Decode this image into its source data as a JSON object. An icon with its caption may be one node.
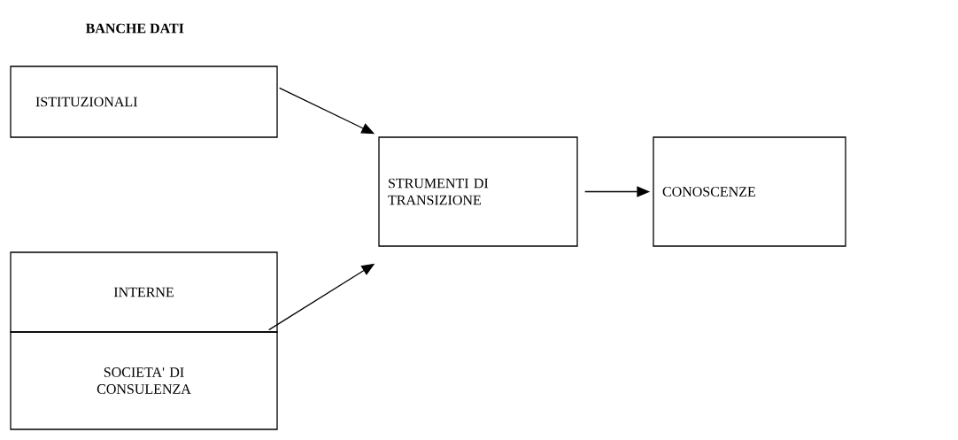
{
  "diagram": {
    "title": "BANCHE DATI",
    "nodes": [
      {
        "text": [
          "ISTITUZIONALI"
        ]
      },
      {
        "text": [
          "INTERNE"
        ]
      },
      {
        "text": [
          "SOCIETA' DI CONSULENZA"
        ]
      },
      {
        "text": [
          "STRUMENTI DI TRANSIZIONE"
        ]
      },
      {
        "text": [
          "CONOSCENZE"
        ]
      }
    ],
    "edges": [
      {
        "from": 0,
        "to": 3,
        "arrow": "to"
      },
      {
        "from": 1,
        "to": 3,
        "arrow": "to"
      },
      {
        "from": 3,
        "to": 4,
        "arrow": "to"
      }
    ]
  }
}
